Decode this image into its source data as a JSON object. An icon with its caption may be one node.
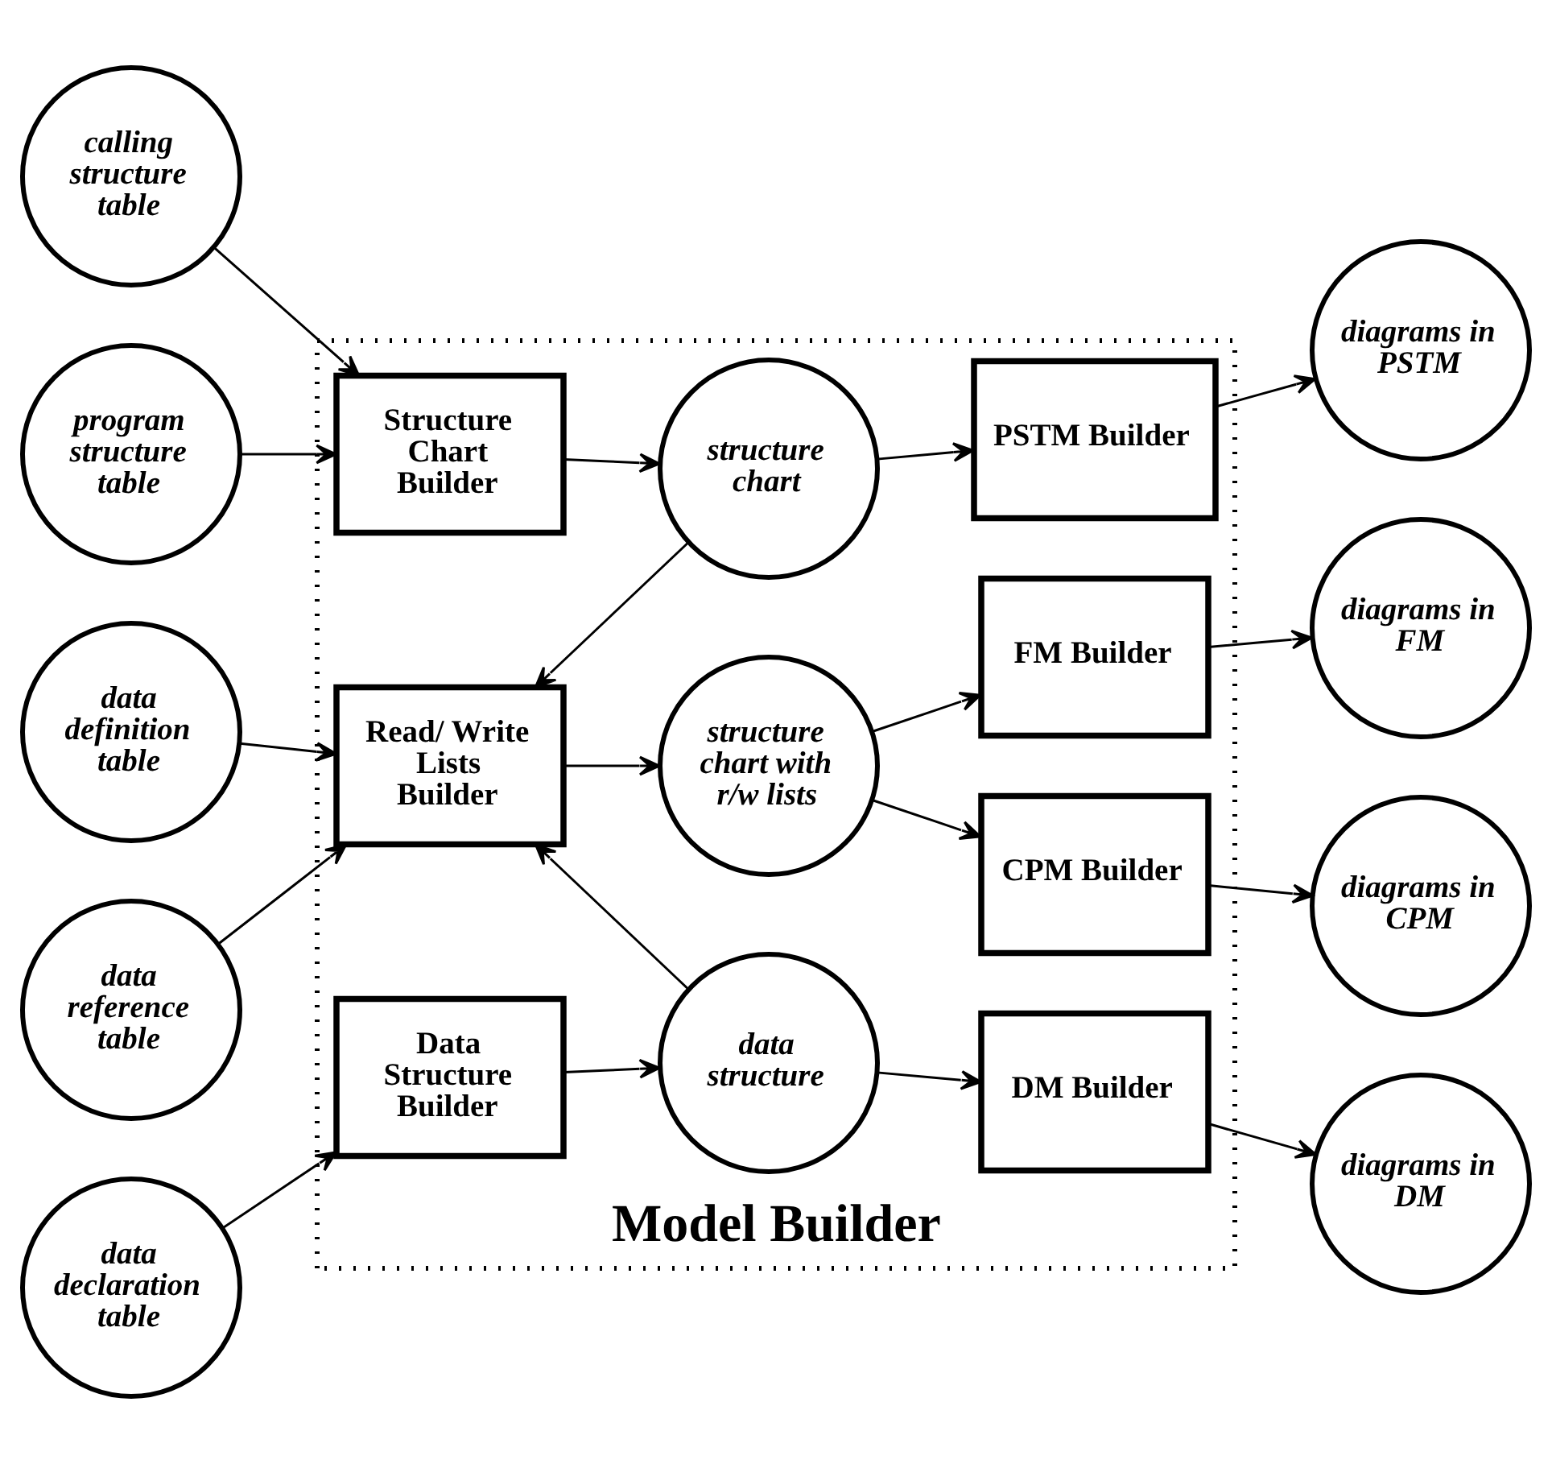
{
  "diagram": {
    "nodes": [
      {
        "text": [
          "Model Builder"
        ]
      },
      {
        "text": [
          "calling structure table"
        ]
      },
      {
        "text": [
          "program structure table"
        ]
      },
      {
        "text": [
          "Structure Chart Builder"
        ],
        "in": 0
      },
      {
        "text": [
          "structure chart"
        ],
        "in": 0
      },
      {
        "text": [
          "PSTM Builder"
        ],
        "in": 0
      },
      {
        "text": [
          "diagrams in PSTM"
        ]
      },
      {
        "text": [
          "data definition table"
        ]
      },
      {
        "text": [
          "Read/ Write Lists Builder"
        ],
        "in": 0
      },
      {
        "text": [
          "structure chart with r/w lists"
        ],
        "in": 0
      },
      {
        "text": [
          "FM Builder"
        ],
        "in": 0
      },
      {
        "text": [
          "diagrams in FM"
        ]
      },
      {
        "text": [
          "data reference table"
        ]
      },
      {
        "text": [
          "CPM Builder"
        ],
        "in": 0
      },
      {
        "text": [
          "diagrams in CPM"
        ]
      },
      {
        "text": [
          "data declaration table"
        ]
      },
      {
        "text": [
          "Data Structure Builder"
        ],
        "in": 0
      },
      {
        "text": [
          "data structure"
        ],
        "in": 0
      },
      {
        "text": [
          "DM Builder"
        ],
        "in": 0
      },
      {
        "text": [
          "diagrams in DM"
        ]
      }
    ],
    "edges": [
      {
        "from": 1,
        "to": 3,
        "arrow": "to"
      },
      {
        "from": 2,
        "to": 3,
        "arrow": "to"
      },
      {
        "from": 3,
        "to": 4,
        "arrow": "to"
      },
      {
        "from": 4,
        "to": 5,
        "arrow": "to"
      },
      {
        "from": 5,
        "to": 6,
        "arrow": "to"
      },
      {
        "from": 4,
        "to": 8,
        "arrow": "to"
      },
      {
        "from": 7,
        "to": 8,
        "arrow": "to"
      },
      {
        "from": 12,
        "to": 8,
        "arrow": "to"
      },
      {
        "from": 8,
        "to": 9,
        "arrow": "to"
      },
      {
        "from": 9,
        "to": 10,
        "arrow": "to"
      },
      {
        "from": 9,
        "to": 13,
        "arrow": "to"
      },
      {
        "from": 10,
        "to": 11,
        "arrow": "to"
      },
      {
        "from": 13,
        "to": 14,
        "arrow": "to"
      },
      {
        "from": 17,
        "to": 8,
        "arrow": "to"
      },
      {
        "from": 15,
        "to": 16,
        "arrow": "to"
      },
      {
        "from": 16,
        "to": 17,
        "arrow": "to"
      },
      {
        "from": 17,
        "to": 18,
        "arrow": "to"
      },
      {
        "from": 18,
        "to": 19,
        "arrow": "to"
      }
    ]
  }
}
